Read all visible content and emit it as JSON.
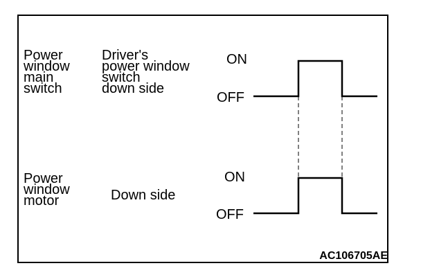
{
  "rows": [
    {
      "component": "Power\nwindow\nmain\nswitch",
      "condition": "Driver's\npower window\nswitch\ndown side",
      "on_label": "ON",
      "off_label": "OFF"
    },
    {
      "component": "Power\nwindow\nmotor",
      "condition": "Down side",
      "on_label": "ON",
      "off_label": "OFF"
    }
  ],
  "figure_code": "AC106705AE"
}
